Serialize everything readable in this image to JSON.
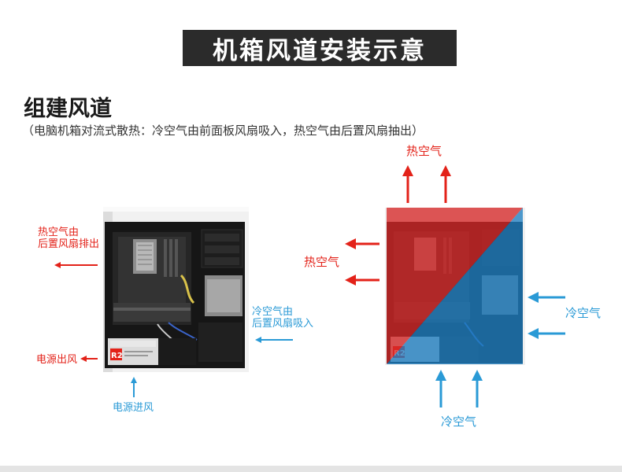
{
  "header": {
    "title": "机箱风道安装示意"
  },
  "section": {
    "heading": "组建风道",
    "subtitle": "（电脑机箱对流式散热：冷空气由前面板风扇吸入，热空气由后置风扇抽出）"
  },
  "left_diagram": {
    "hot_rear_line1": "热空气由",
    "hot_rear_line2": "后置风扇排出",
    "psu_out": "电源出风",
    "cold_line1": "冷空气由",
    "cold_line2": "后置风扇吸入",
    "psu_in": "电源进风",
    "psu_badge": "R2"
  },
  "right_diagram": {
    "hot_top": "热空气",
    "hot_side": "热空气",
    "cold_right": "冷空气",
    "cold_bottom": "冷空气",
    "psu_badge": "R2"
  },
  "colors": {
    "hot": "#e32219",
    "cold": "#2a9ad6",
    "title_bg": "#2b2b2b"
  }
}
